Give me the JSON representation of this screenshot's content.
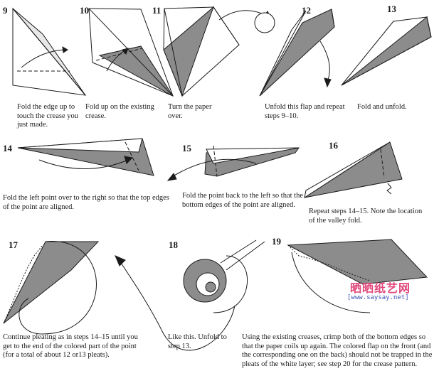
{
  "steps": [
    {
      "num": "9",
      "caption": "Fold the edge up to touch the crease you just made."
    },
    {
      "num": "10",
      "caption": "Fold up on the existing crease."
    },
    {
      "num": "11",
      "caption": "Turn the paper over."
    },
    {
      "num": "12",
      "caption": "Unfold this flap and repeat steps 9–10."
    },
    {
      "num": "13",
      "caption": "Fold and unfold."
    },
    {
      "num": "14",
      "caption": "Fold the left point over to the right so that the top edges of the point are aligned."
    },
    {
      "num": "15",
      "caption": "Fold the point back to the left so that the bottom edges of the point are aligned."
    },
    {
      "num": "16",
      "caption": "Repeat steps 14–15. Note the location of the valley fold."
    },
    {
      "num": "17",
      "caption": "Continue pleating as in steps 14–15 until you get to the end of the colored part of the point (for a total of about 12 or13 pleats)."
    },
    {
      "num": "18",
      "caption": "Like this. Unfold to step 13."
    },
    {
      "num": "19",
      "caption": "Using the existing creases, crimp both of the bottom edges so that the paper coils up again. The colored flap on the front (and the corresponding one on the back) should not be trapped in the pleats of the white layer; see step 20 for the crease pattern."
    }
  ],
  "watermark": {
    "title": "晒晒纸艺网",
    "url": "[www.saysay.net]",
    "color": "#e0487a"
  },
  "colors": {
    "shade": "#8c8c8c",
    "line": "#1a1a1a"
  }
}
